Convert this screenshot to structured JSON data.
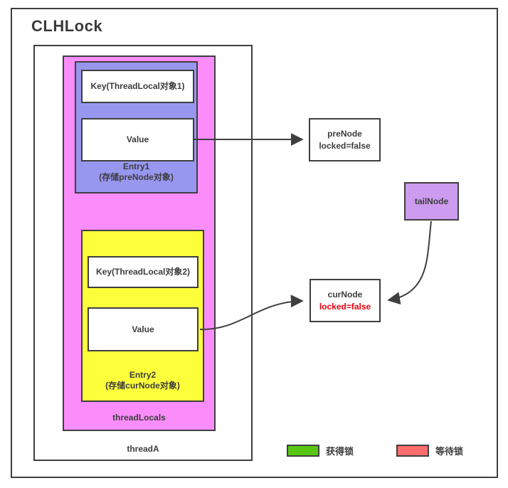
{
  "title": "CLHLock",
  "thread_a": {
    "label": "threadA",
    "thread_locals": {
      "label": "threadLocals",
      "entry1": {
        "key_label": "Key(ThreadLocal对象1)",
        "value_label": "Value",
        "name": "Entry1",
        "desc": "(存储preNode对象)"
      },
      "entry2": {
        "key_label": "Key(ThreadLocal对象2)",
        "value_label": "Value",
        "name": "Entry2",
        "desc": "(存储curNode对象)"
      }
    }
  },
  "nodes": {
    "pre_node": {
      "line1": "preNode",
      "line2": "locked=false"
    },
    "tail_node": {
      "label": "tailNode"
    },
    "cur_node": {
      "line1": "curNode",
      "line2": "locked=false"
    }
  },
  "legend": {
    "acquired": {
      "label": "获得锁",
      "color": "#58c713"
    },
    "waiting": {
      "label": "等待锁",
      "color": "#fc6e6e"
    }
  },
  "colors": {
    "pink": "#fb8dfb",
    "periwinkle": "#9897ef",
    "yellow": "#feff3b",
    "violet": "#cd9bef",
    "border": "#3f3f3f",
    "locked_red": "#e8000d",
    "arrow": "#3f3f3f"
  }
}
